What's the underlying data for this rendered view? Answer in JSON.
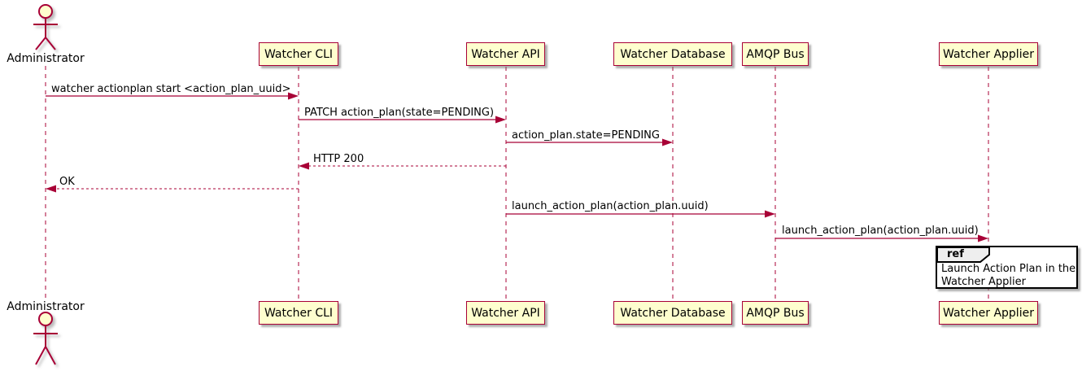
{
  "diagram_type": "sequence-diagram",
  "actor": {
    "label": "Administrator"
  },
  "participants": [
    {
      "label": "Watcher CLI"
    },
    {
      "label": "Watcher API"
    },
    {
      "label": "Watcher Database"
    },
    {
      "label": "AMQP Bus"
    },
    {
      "label": "Watcher Applier"
    }
  ],
  "messages": [
    {
      "from": "Administrator",
      "to": "Watcher CLI",
      "text": "watcher actionplan start <action_plan_uuid>",
      "line": "solid"
    },
    {
      "from": "Watcher CLI",
      "to": "Watcher API",
      "text": "PATCH action_plan(state=PENDING)",
      "line": "solid"
    },
    {
      "from": "Watcher API",
      "to": "Watcher Database",
      "text": "action_plan.state=PENDING",
      "line": "solid"
    },
    {
      "from": "Watcher API",
      "to": "Watcher CLI",
      "text": "HTTP 200",
      "line": "dotted"
    },
    {
      "from": "Watcher CLI",
      "to": "Administrator",
      "text": "OK",
      "line": "dotted"
    },
    {
      "from": "Watcher API",
      "to": "AMQP Bus",
      "text": "launch_action_plan(action_plan.uuid)",
      "line": "solid"
    },
    {
      "from": "AMQP Bus",
      "to": "Watcher Applier",
      "text": "launch_action_plan(action_plan.uuid)",
      "line": "solid"
    }
  ],
  "ref_fragment": {
    "keyword": "ref",
    "lines": [
      "Launch Action Plan in the",
      "Watcher Applier"
    ]
  },
  "colors": {
    "participant_fill": "#FEFECE",
    "stroke": "#A80036",
    "text": "#000000",
    "ref_border": "#000000",
    "ref_header_fill": "#EEEEEE",
    "background": "#FFFFFF"
  }
}
